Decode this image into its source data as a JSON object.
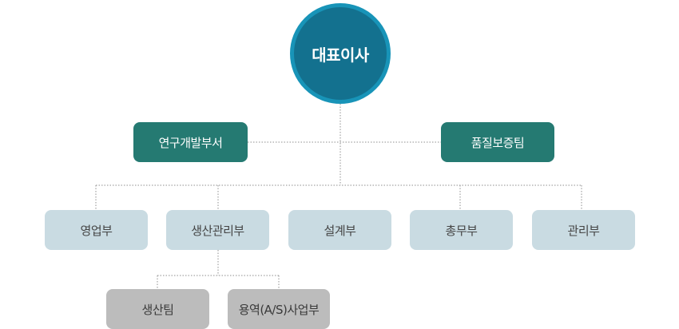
{
  "ceo": {
    "label": "대표이사"
  },
  "staff": {
    "research": "연구개발부서",
    "quality": "품질보증팀"
  },
  "departments": {
    "sales": "영업부",
    "production_mgmt": "생산관리부",
    "design": "설계부",
    "general_affairs": "총무부",
    "management": "관리부"
  },
  "sub_teams": {
    "production": "생산팀",
    "service": "용역(A/S)사업부"
  }
}
